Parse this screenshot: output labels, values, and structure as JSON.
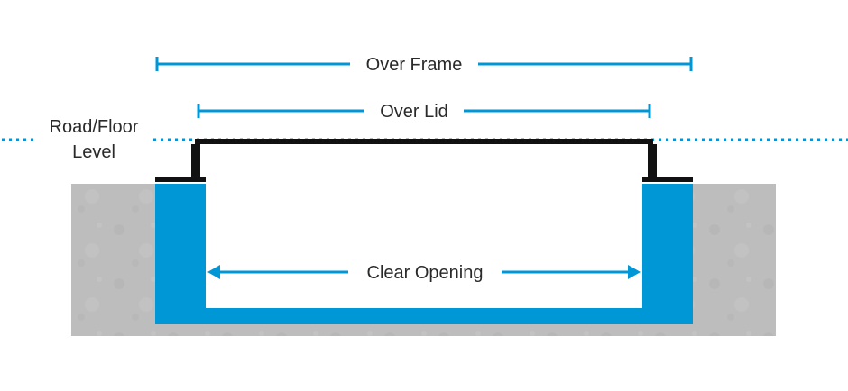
{
  "labels": {
    "over_frame": "Over Frame",
    "over_lid": "Over Lid",
    "clear_opening": "Clear Opening",
    "road_floor_line1": "Road/Floor",
    "road_floor_line2": "Level"
  },
  "colors": {
    "accent_blue": "#0097d7",
    "concrete_gray": "#bdbdbd",
    "frame_black": "#111111",
    "text_dark": "#2a2a2a"
  }
}
